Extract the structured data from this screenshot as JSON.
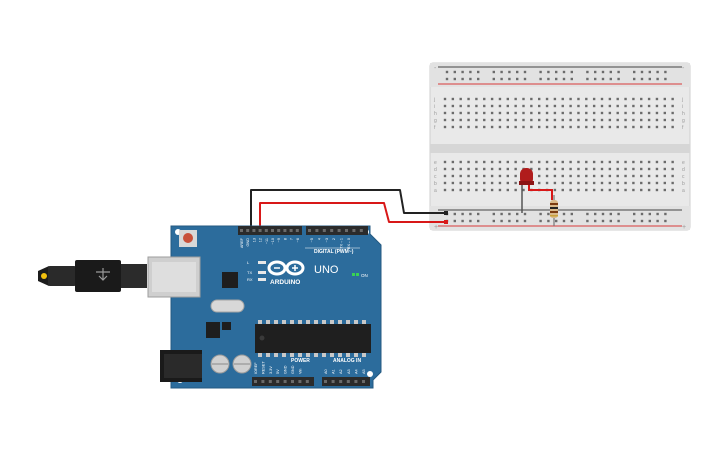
{
  "board": {
    "brand": "ARDUINO",
    "model": "UNO",
    "on_label": "ON",
    "digital_label": "DIGITAL (PWM~)",
    "power_label": "POWER",
    "analog_label": "ANALOG IN",
    "led_labels": [
      "L",
      "TX",
      "RX"
    ],
    "digital_pins": [
      "AREF",
      "GND",
      "13",
      "12",
      "~11",
      "~10",
      "~9",
      "8",
      "7",
      "~6",
      "~5",
      "4",
      "~3",
      "2",
      "TX→1",
      "RX←0"
    ],
    "power_pins": [
      "IOREF",
      "RESET",
      "3.3V",
      "5V",
      "GND",
      "GND",
      "Vin"
    ],
    "analog_pins": [
      "A0",
      "A1",
      "A2",
      "A3",
      "A4",
      "A5"
    ]
  },
  "breadboard": {
    "row_letters_top": [
      "j",
      "i",
      "h",
      "g",
      "f"
    ],
    "row_letters_bottom": [
      "e",
      "d",
      "c",
      "b",
      "a"
    ],
    "rail_minus": "-",
    "rail_plus": "+",
    "column_count": 30
  },
  "colors": {
    "board": "#2c6c9c",
    "board_dark": "#1f5278",
    "header": "#2b2b2b",
    "wire_black": "#222222",
    "wire_red": "#d81818",
    "led": "#b01c1c",
    "rail_red": "#d83a3a",
    "rail_black": "#444444"
  }
}
